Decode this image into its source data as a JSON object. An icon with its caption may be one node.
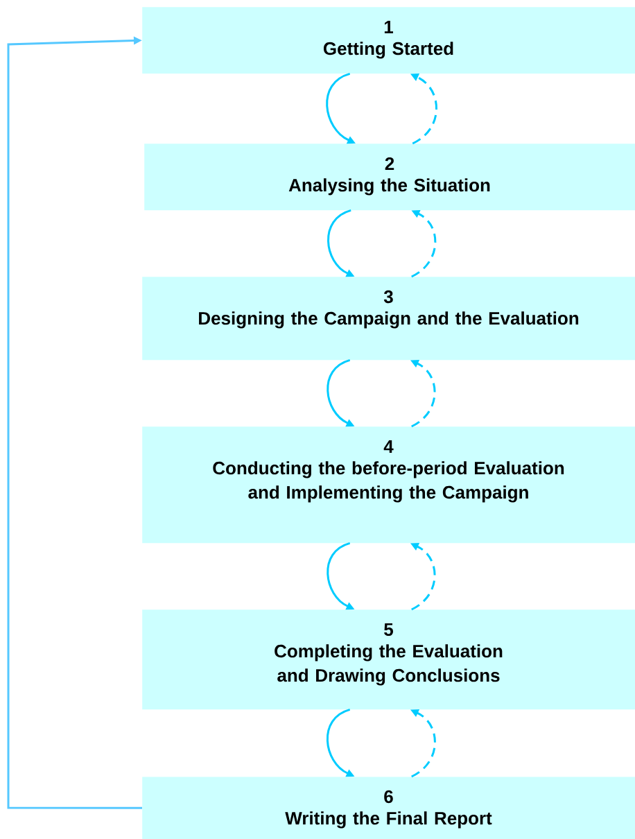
{
  "diagram": {
    "nodes": [
      {
        "text": [
          "1",
          "Getting Started"
        ]
      },
      {
        "text": [
          "2",
          "Analysing the Situation"
        ]
      },
      {
        "text": [
          "3",
          "Designing the Campaign and the Evaluation"
        ]
      },
      {
        "text": [
          "4",
          "Conducting the before-period Evaluation and Implementing the Campaign"
        ]
      },
      {
        "text": [
          "5",
          "Completing the Evaluation and Drawing Conclusions"
        ]
      },
      {
        "text": [
          "6",
          "Writing the Final Report"
        ]
      }
    ],
    "edges": [
      {
        "from": 0,
        "to": 1,
        "arrow": "to"
      },
      {
        "from": 1,
        "to": 0,
        "arrow": "to",
        "style": "dashed"
      },
      {
        "from": 1,
        "to": 2,
        "arrow": "to"
      },
      {
        "from": 2,
        "to": 1,
        "arrow": "to",
        "style": "dashed"
      },
      {
        "from": 2,
        "to": 3,
        "arrow": "to"
      },
      {
        "from": 3,
        "to": 2,
        "arrow": "to",
        "style": "dashed"
      },
      {
        "from": 3,
        "to": 4,
        "arrow": "to"
      },
      {
        "from": 4,
        "to": 3,
        "arrow": "to",
        "style": "dashed"
      },
      {
        "from": 4,
        "to": 5,
        "arrow": "to"
      },
      {
        "from": 5,
        "to": 4,
        "arrow": "to",
        "style": "dashed"
      },
      {
        "from": 5,
        "to": 0,
        "arrow": "to",
        "color": "#55c8ff"
      }
    ]
  }
}
